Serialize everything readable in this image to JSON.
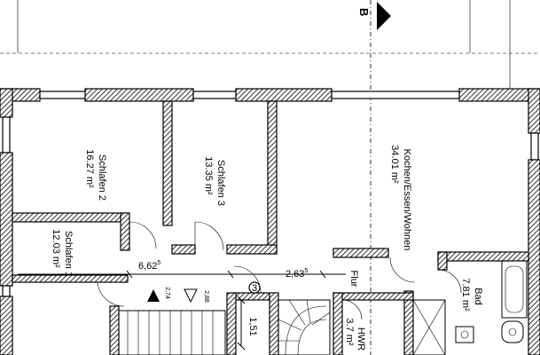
{
  "section_marker": {
    "label": "B"
  },
  "rooms": {
    "schlafen2": {
      "name": "Schlafen 2",
      "area": "16.27 m²"
    },
    "schlafen3": {
      "name": "Schlafen 3",
      "area": "13.35 m²"
    },
    "kochen": {
      "name": "Kochen/Essen/Wohnen",
      "area": "34.01 m²"
    },
    "schlafen1": {
      "name": "Schlafen 1",
      "area": "12.03 m²"
    },
    "bad": {
      "name": "Bad",
      "area": "7.81 m²"
    },
    "hwr": {
      "name": "HWR",
      "area": "3.7 m²"
    },
    "flur": {
      "name": "Flur"
    }
  },
  "dimensions": {
    "d1_main": "6,62",
    "d1_sup": "5",
    "d2_main": "2,63",
    "d2_sup": "5",
    "d3": "1,51",
    "d4": "2,74",
    "d5": "2,88"
  },
  "stair_marker": {
    "label": "3"
  }
}
